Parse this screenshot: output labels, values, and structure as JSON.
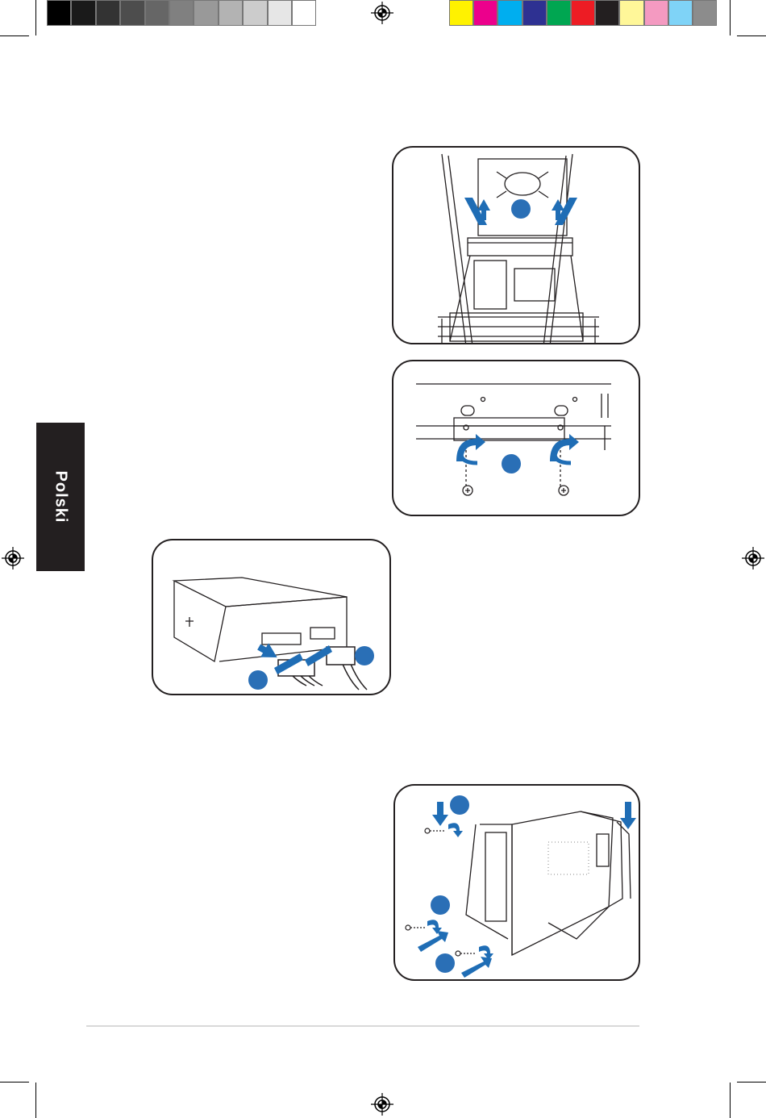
{
  "color_bar": {
    "gray_swatches": [
      "#000000",
      "#1a1a1a",
      "#333333",
      "#4d4d4d",
      "#666666",
      "#808080",
      "#999999",
      "#b3b3b3",
      "#cccccc",
      "#e6e6e6",
      "#ffffff"
    ],
    "color_swatches": [
      "#fff200",
      "#ec008c",
      "#00aeef",
      "#2e3192",
      "#00a651",
      "#ed1c24",
      "#231f20",
      "#fff799",
      "#f49ac1",
      "#7fd3f7",
      "#8c8c8c"
    ]
  },
  "side_tab": {
    "label": "Polski",
    "background": "#231f20"
  },
  "colors": {
    "callout": "#2a6fb6",
    "line": "#231f20",
    "arrow": "#1f6db5"
  },
  "figures": [
    {
      "name": "remove-drive-cage",
      "icon": "drive-cage-illustration"
    },
    {
      "name": "secure-drive-screws",
      "icon": "screw-illustration"
    },
    {
      "name": "connect-drive-cables",
      "icon": "optical-drive-illustration"
    },
    {
      "name": "reinstall-side-cover",
      "icon": "chassis-cover-illustration"
    }
  ]
}
